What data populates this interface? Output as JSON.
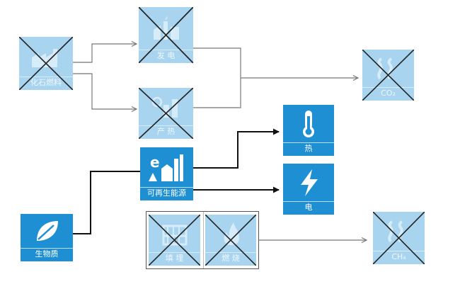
{
  "nodes": {
    "fossil_fuel": {
      "label": "化石燃料",
      "state": "crossed"
    },
    "power_generation": {
      "label": "发 电",
      "state": "crossed"
    },
    "heat_production": {
      "label": "产 热",
      "state": "crossed"
    },
    "co2": {
      "label": "CO₂",
      "state": "crossed"
    },
    "heat": {
      "label": "热",
      "state": "active"
    },
    "renewable_energy": {
      "label": "可再生能源",
      "state": "active"
    },
    "electricity": {
      "label": "电",
      "state": "active"
    },
    "biomass": {
      "label": "生物质",
      "state": "active"
    },
    "landfill": {
      "label": "填 埋",
      "state": "crossed"
    },
    "incineration": {
      "label": "燃 烧",
      "state": "crossed"
    },
    "ch4": {
      "label": "CH₄",
      "state": "crossed"
    }
  },
  "icons": {
    "fossil_fuel": "factory-icon",
    "power_generation": "power-plant-icon",
    "heat_production": "heat-plant-icon",
    "co2": "smoke-icon",
    "heat": "thermometer-icon",
    "renewable_energy": "eco-factory-icon",
    "electricity": "lightning-icon",
    "biomass": "leaf-icon",
    "landfill": "landfill-icon",
    "incineration": "flame-icon",
    "ch4": "gas-icon"
  },
  "colors": {
    "active_tile": "#1f8fd3",
    "faded_tile": "#a9d4ef",
    "cross": "#222222",
    "connector_old": "#777777",
    "connector_new": "#111111"
  }
}
